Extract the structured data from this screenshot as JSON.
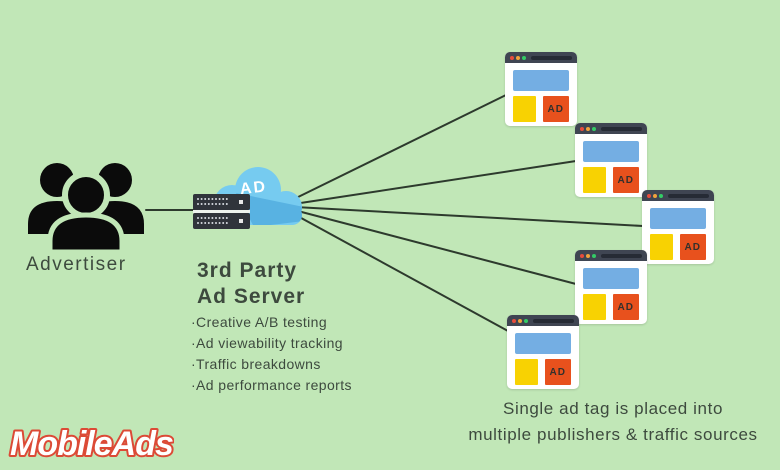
{
  "colors": {
    "bg": "#c1e7b7",
    "text": "#3d4a3e",
    "line": "#2d3a2d",
    "cloud-blue": "#76cbf0",
    "cloud-shadow": "#58b2e2",
    "server-dark": "#30343b",
    "titlebar": "#3f4552",
    "banner-blue": "#74aee3",
    "ad-yellow": "#f8d202",
    "ad-red": "#e8511d",
    "dot-red": "#e74c3c",
    "dot-yellow": "#f2a33c",
    "dot-green": "#33cc66",
    "logo-red": "#dc4a36"
  },
  "advertiser": {
    "label": "Advertiser",
    "icon": "people-group-icon"
  },
  "ad_server": {
    "cloud_label": "AD",
    "title_line1": "3rd Party",
    "title_line2": "Ad Server",
    "features": [
      "·Creative A/B testing",
      "·Ad viewability tracking",
      "·Traffic breakdowns",
      "·Ad performance reports"
    ]
  },
  "publishers": {
    "ad_label": "AD",
    "caption_line1": "Single ad tag is placed into",
    "caption_line2": "multiple publishers & traffic sources"
  },
  "logo": {
    "text": "MobileAds"
  }
}
